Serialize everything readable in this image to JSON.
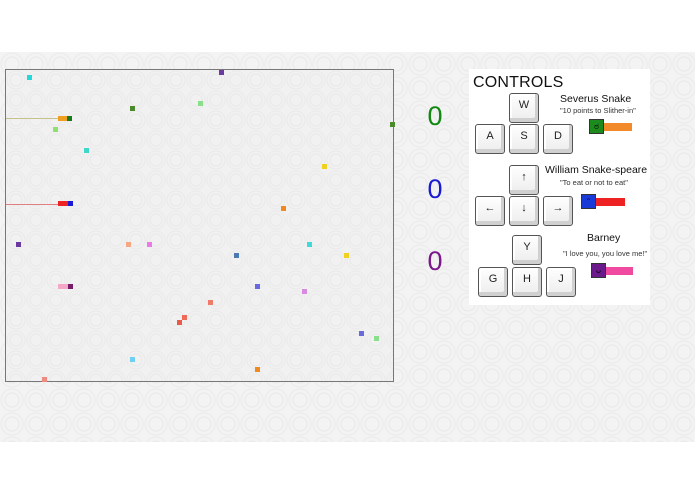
{
  "scores": [
    {
      "value": "0",
      "color": "#118811"
    },
    {
      "value": "0",
      "color": "#1a1ad4"
    },
    {
      "value": "0",
      "color": "#7a1a8a"
    }
  ],
  "controls": {
    "title": "CONTROLS",
    "players": [
      {
        "name": "Severus Snake",
        "quote": "\"10 points to Slither-in\"",
        "keys": {
          "up": "W",
          "left": "A",
          "down": "S",
          "right": "D"
        },
        "head_color": "#1d8a1d",
        "body_color": "#f28a2a",
        "face": "ಠ"
      },
      {
        "name": "William Snake-speare",
        "quote": "\"To eat or not to eat\"",
        "keys": {
          "up": "↑",
          "left": "←",
          "down": "↓",
          "right": "→"
        },
        "head_color": "#1a3ad8",
        "body_color": "#ee2222",
        "face": "ᵔ"
      },
      {
        "name": "Barney",
        "quote": "\"I love you, you love me!\"",
        "keys": {
          "up": "Y",
          "left": "G",
          "down": "H",
          "right": "J"
        },
        "head_color": "#6a1a8a",
        "body_color": "#f04aa0",
        "face": "ᴗ"
      }
    ]
  }
}
